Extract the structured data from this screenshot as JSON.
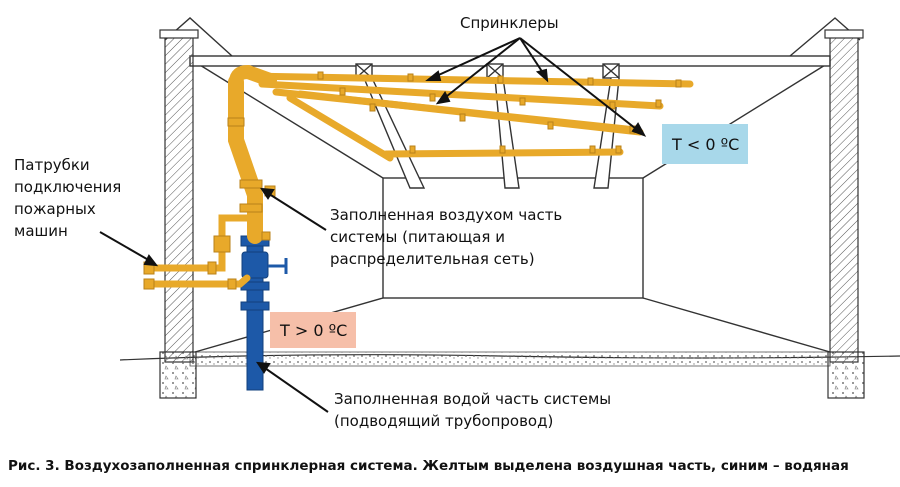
{
  "labels": {
    "sprinklers": "Спринклеры",
    "fire_truck_line1": "Патрубки",
    "fire_truck_line2": "подключения",
    "fire_truck_line3": "пожарных",
    "fire_truck_line4": "машин",
    "air_part_line1": "Заполненная воздухом часть",
    "air_part_line2": "системы (питающая и",
    "air_part_line3": "распределительная сеть)",
    "water_part_line1": "Заполненная водой часть системы",
    "water_part_line2": "(подводящий трубопровод)",
    "temp_cold": "T < 0 ºС",
    "temp_warm": "T > 0 ºС"
  },
  "caption": "Рис. 3. Воздухозаполненная спринклерная система. Желтым выделена воздушная часть, синим – водяная",
  "colors": {
    "air_pipe": "#e8a92a",
    "water_pipe": "#1d59a8",
    "cold_badge": "#a8d8ea",
    "warm_badge": "#f6bfa9",
    "outline": "#333333"
  }
}
